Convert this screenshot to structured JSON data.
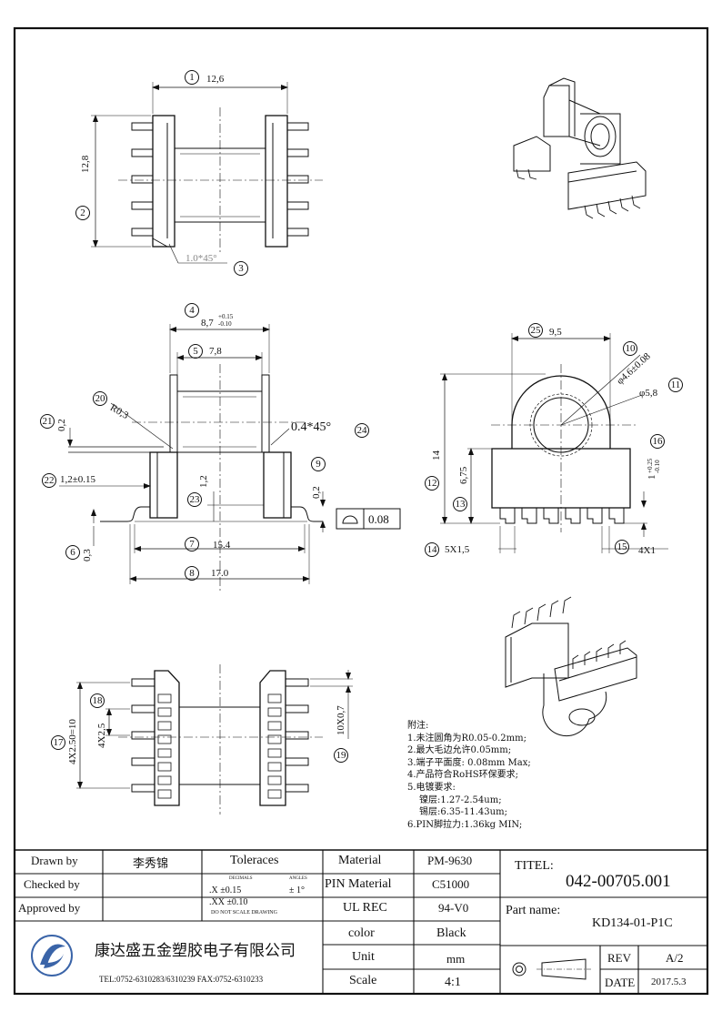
{
  "dimensions": {
    "d1": "12,6",
    "d2": "12,8",
    "d3": "1.0*45°",
    "d4_base": "8,7",
    "d4_tol_plus": "+0.15",
    "d4_tol_minus": "-0.10",
    "d5": "7,8",
    "d7": "15.4",
    "d8": "17.0",
    "d9": "0,2",
    "d10": "φ4.6±0.08",
    "d11": "φ5,8",
    "d12": "14",
    "d13": "6,75",
    "d14": "5X1,5",
    "d15": "4X1",
    "d16_base": "1",
    "d16_tol_plus": "+0.25",
    "d16_tol_minus": "-0.10",
    "d17": "4X2.50=10",
    "d17b": "4X2,5",
    "d19": "10X0,7",
    "d20": "R0,3",
    "d21": "0,2",
    "d22": "1,2±0.15",
    "d23": "1,2",
    "d24": "0.4*45°",
    "d25": "9,5",
    "d6": "0,3",
    "flatness": "0.08"
  },
  "balloons": [
    "1",
    "2",
    "3",
    "4",
    "5",
    "6",
    "7",
    "8",
    "9",
    "10",
    "11",
    "12",
    "13",
    "14",
    "15",
    "16",
    "17",
    "18",
    "19",
    "20",
    "21",
    "22",
    "23",
    "24",
    "25"
  ],
  "notes": {
    "title": "附注:",
    "items": [
      "1.未注圆角为R0.05-0.2mm;",
      "2.最大毛边允许0.05mm;",
      "3.端子平面度: 0.08mm Max;",
      "4.产品符合RoHS环保要求;",
      "5.电镀要求:",
      "镍层:1.27-2.54um;",
      "锡层:6.35-11.43um;",
      "6.PIN脚拉力:1.36kg MIN;"
    ]
  },
  "titleblock": {
    "drawn_by_label": "Drawn by",
    "drawn_by_value": "李秀锦",
    "checked_by_label": "Checked by",
    "approved_by_label": "Approved by",
    "tolerances_label": "Toleraces",
    "tol_decimals_hdr": "DECIMALS",
    "tol_angles_hdr": "ANGLES",
    "tol_x": ".X  ±0.15",
    "tol_angle": "± 1°",
    "tol_xx": ".XX ±0.10",
    "do_not_scale": "DO NOT SCALE DRAWING",
    "material_label": "Material",
    "material_value": "PM-9630",
    "pin_material_label": "PIN Material",
    "pin_material_value": "C51000",
    "ul_label": "UL  REC",
    "ul_value": "94-V0",
    "color_label": "color",
    "color_value": "Black",
    "unit_label": "Unit",
    "unit_value": "mm",
    "scale_label": "Scale",
    "scale_value": "4:1",
    "titel_label": "TITEL:",
    "titel_value": "042-00705.001",
    "part_name_label": "Part name:",
    "part_name_value": "KD134-01-P1C",
    "rev_label": "REV",
    "rev_value": "A/2",
    "date_label": "DATE",
    "date_value": "2017.5.3",
    "company": "康达盛五金塑胶电子有限公司",
    "contact": "TEL:0752-6310283/6310239  FAX:0752-6310233"
  },
  "colors": {
    "line": "#111111",
    "logo": "#3a64a8"
  }
}
